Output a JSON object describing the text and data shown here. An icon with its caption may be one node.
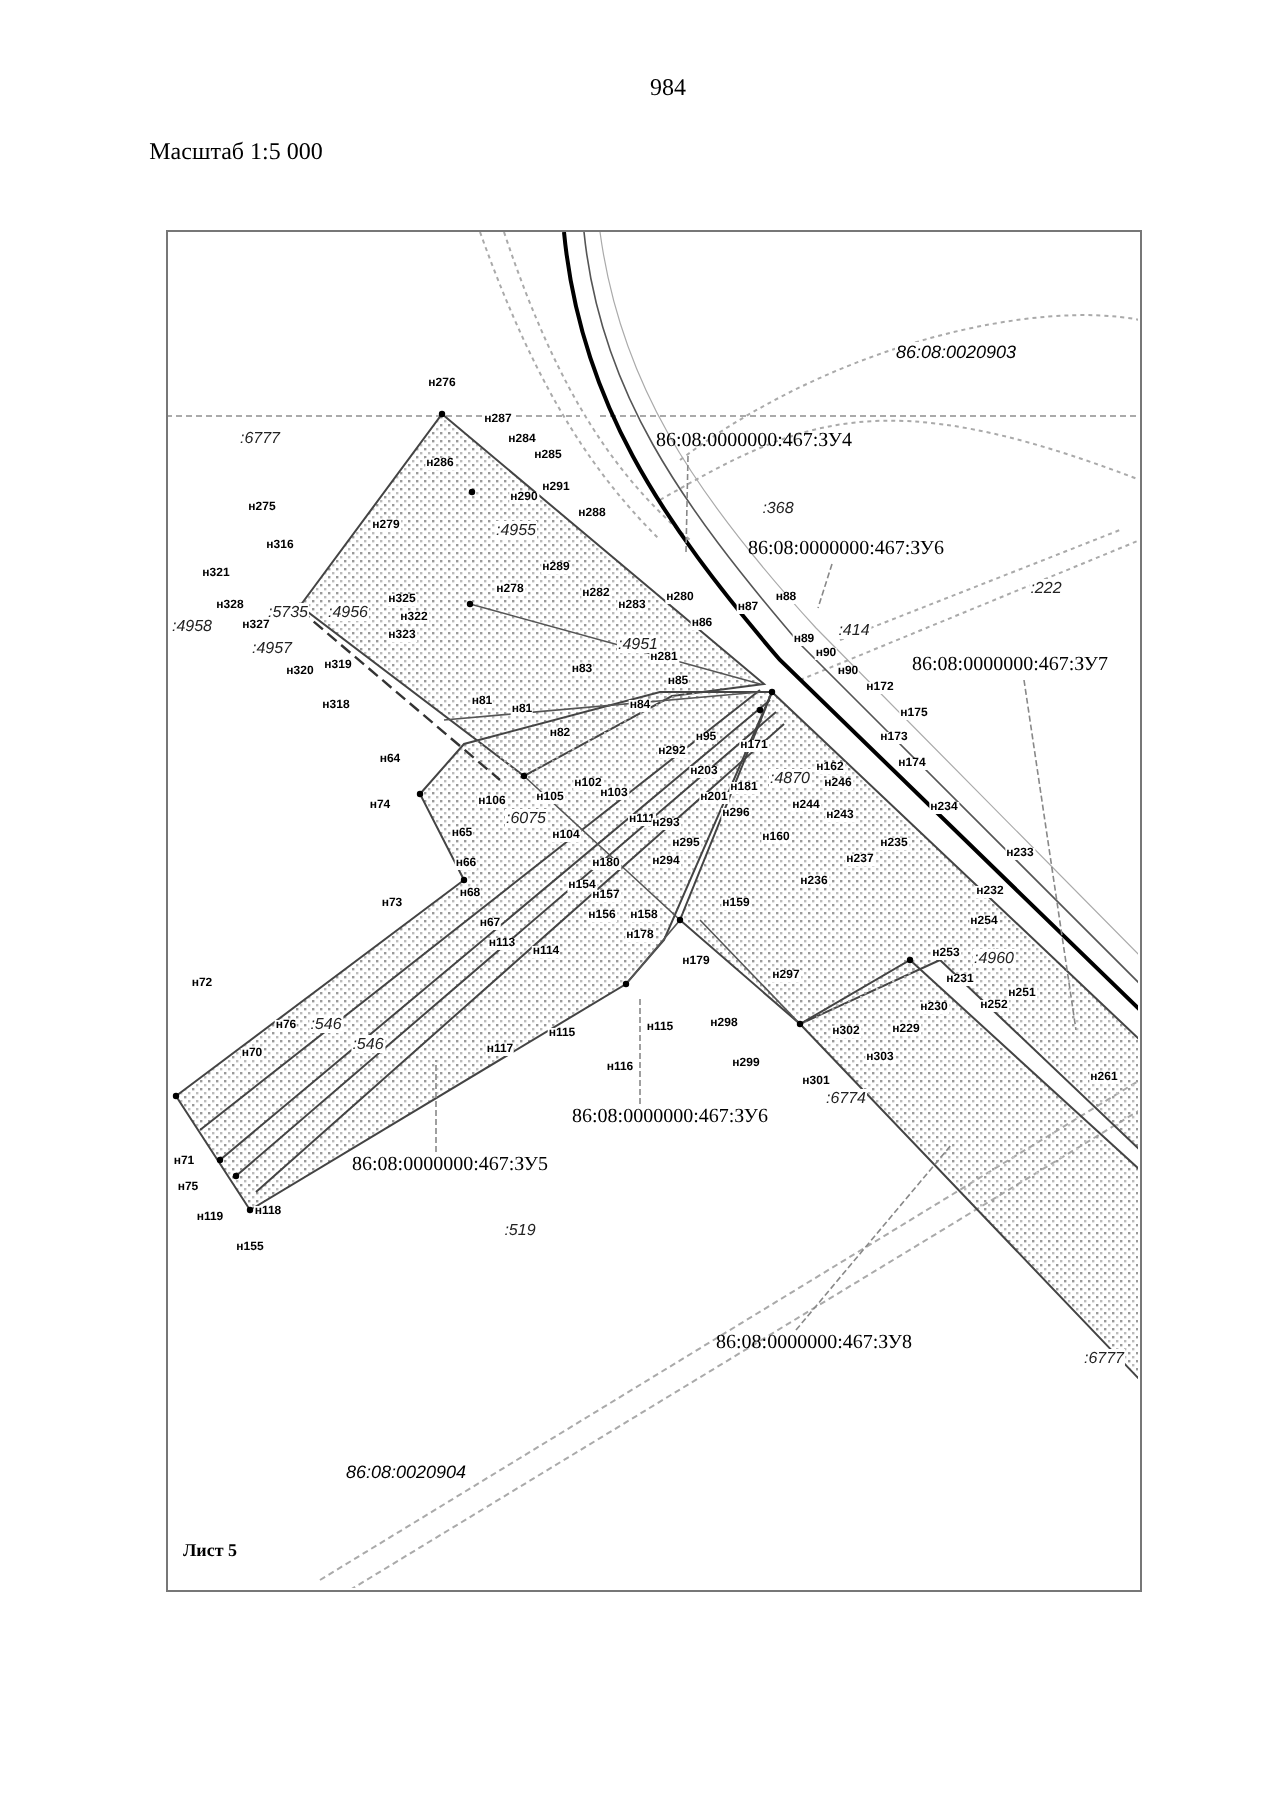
{
  "diagram": {
    "nodes": [
      {
        "text": [
          "86:08:0000000:467:ЗУ4"
        ]
      },
      {
        "text": [
          "86:08:0000000:467:ЗУ6"
        ]
      },
      {
        "text": [
          "86:08:0000000:467:ЗУ7"
        ]
      },
      {
        "text": [
          "86:08:0000000:467:ЗУ5"
        ]
      },
      {
        "text": [
          "86:08:0000000:467:ЗУ6"
        ]
      },
      {
        "text": [
          "86:08:0000000:467:ЗУ8"
        ]
      }
    ],
    "edges": [
      {
        "from": 0,
        "to": null,
        "arrow": "none"
      },
      {
        "from": 1,
        "to": null,
        "arrow": "none"
      },
      {
        "from": 2,
        "to": null,
        "arrow": "none"
      },
      {
        "from": 3,
        "to": null,
        "arrow": "none"
      },
      {
        "from": 4,
        "to": null,
        "arrow": "none"
      },
      {
        "from": 5,
        "to": null,
        "arrow": "none"
      }
    ],
    "labels": [
      "984",
      "Масштаб 1:5 000",
      "86:08:0020903",
      "н276",
      "н287",
      ":6777",
      "н284",
      "н285",
      "н286",
      "н291",
      "н290",
      "н275",
      ":368",
      "н288",
      "н279",
      ":4955",
      "н316",
      ":222",
      "н289",
      "н321",
      "н278",
      "н282",
      "н280",
      "н88",
      "н325",
      "н283",
      "н328",
      "н87",
      ":5735",
      ":4956",
      "н322",
      "н86",
      "н327",
      ":4958",
      ":414",
      "н323",
      "н89",
      ":4951",
      ":4957",
      "н90",
      "н281",
      "н319",
      "н83",
      "н320",
      "н90",
      "н85",
      "н172",
      "н81",
      "н84",
      "н318",
      "н81",
      "н175",
      "н82",
      "н95",
      "н173",
      "н171",
      "н292",
      "н64",
      "н174",
      "н162",
      "н203",
      ":4870",
      "н246",
      "н102",
      "н181",
      "н103",
      "н105",
      "н201",
      "н106",
      "н74",
      "н244",
      "н234",
      "н243",
      ":6075",
      "н296",
      "н111",
      "н293",
      "н65",
      "н104",
      "н160",
      "н295",
      "н235",
      "н233",
      "н294",
      "н237",
      "н66",
      "н180",
      "н236",
      "н154",
      "н232",
      "н68",
      "н157",
      "н73",
      "н159",
      "н156",
      "н158",
      "н254",
      "н67",
      "н178",
      "н113",
      "н114",
      "н253",
      ":4960",
      "н179",
      "н297",
      "н231",
      "н72",
      "н251",
      "н252",
      "н230",
      "н298",
      "н76",
      ":546",
      "н115",
      "н115",
      "н229",
      "н302",
      ":546",
      "н117",
      "н70",
      "н303",
      "н299",
      "н116",
      "н261",
      "н301",
      ":6774",
      "н71",
      "н75",
      "н118",
      "н119",
      ":519",
      "н155",
      ":6777",
      "86:08:0020904",
      "Лист 5"
    ]
  }
}
